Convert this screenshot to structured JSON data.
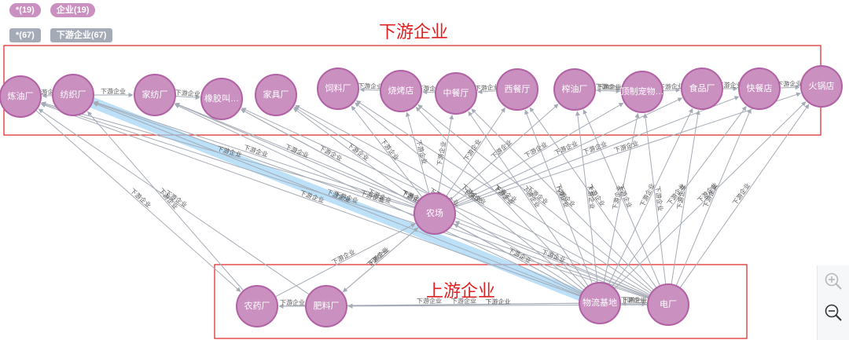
{
  "legend": {
    "node_types": [
      {
        "label": "*(19)"
      },
      {
        "label": "企业(19)"
      }
    ],
    "rel_types": [
      {
        "label": "*(67)"
      },
      {
        "label": "下游企业(67)"
      }
    ]
  },
  "regions": {
    "downstream_title": "下游企业",
    "upstream_title": "上游企业"
  },
  "edge_label": "下游企业",
  "colors": {
    "node_fill": "#c990c0",
    "node_stroke": "#b261a5",
    "edge": "#a5abb6",
    "highlight": "#9fd3f5",
    "region_border": "#e02020"
  },
  "nodes": [
    {
      "id": "n1",
      "label": "炼油厂"
    },
    {
      "id": "n2",
      "label": "纺织厂"
    },
    {
      "id": "n3",
      "label": "家纺厂"
    },
    {
      "id": "n4",
      "label": "橡胶叫…"
    },
    {
      "id": "n5",
      "label": "家具厂"
    },
    {
      "id": "n6",
      "label": "饲料厂"
    },
    {
      "id": "n7",
      "label": "烧烤店"
    },
    {
      "id": "n8",
      "label": "中餐厅"
    },
    {
      "id": "n9",
      "label": "西餐厅"
    },
    {
      "id": "n10",
      "label": "榨油厂"
    },
    {
      "id": "n11",
      "label": "顶制宠物…"
    },
    {
      "id": "n12",
      "label": "食品厂"
    },
    {
      "id": "n13",
      "label": "快餐店"
    },
    {
      "id": "n14",
      "label": "火锅店"
    },
    {
      "id": "n15",
      "label": "农场"
    },
    {
      "id": "n16",
      "label": "农药厂"
    },
    {
      "id": "n17",
      "label": "肥料厂"
    },
    {
      "id": "n18",
      "label": "物流基地"
    },
    {
      "id": "n19",
      "label": "电厂"
    }
  ],
  "zoom": {
    "zoom_in_icon": "zoom-in-icon",
    "zoom_out_icon": "zoom-out-icon"
  }
}
